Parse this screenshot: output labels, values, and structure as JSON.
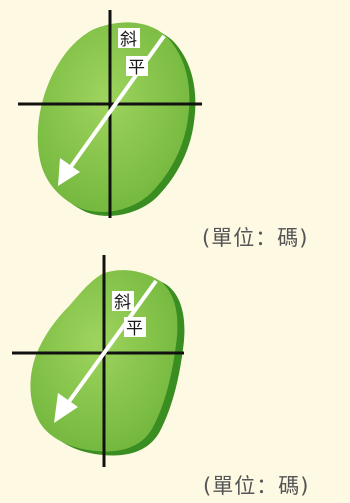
{
  "diagrams": [
    {
      "slope_label_1": "斜",
      "slope_label_2": "平",
      "unit_label": "(單位：碼)"
    },
    {
      "slope_label_1": "斜",
      "slope_label_2": "平",
      "unit_label": "(單位：碼)"
    }
  ],
  "colors": {
    "background": "#fdf9e3",
    "green_fill": "#82c341",
    "green_shadow": "#3a8d20",
    "axis": "#111111",
    "arrow": "#ffffff"
  }
}
